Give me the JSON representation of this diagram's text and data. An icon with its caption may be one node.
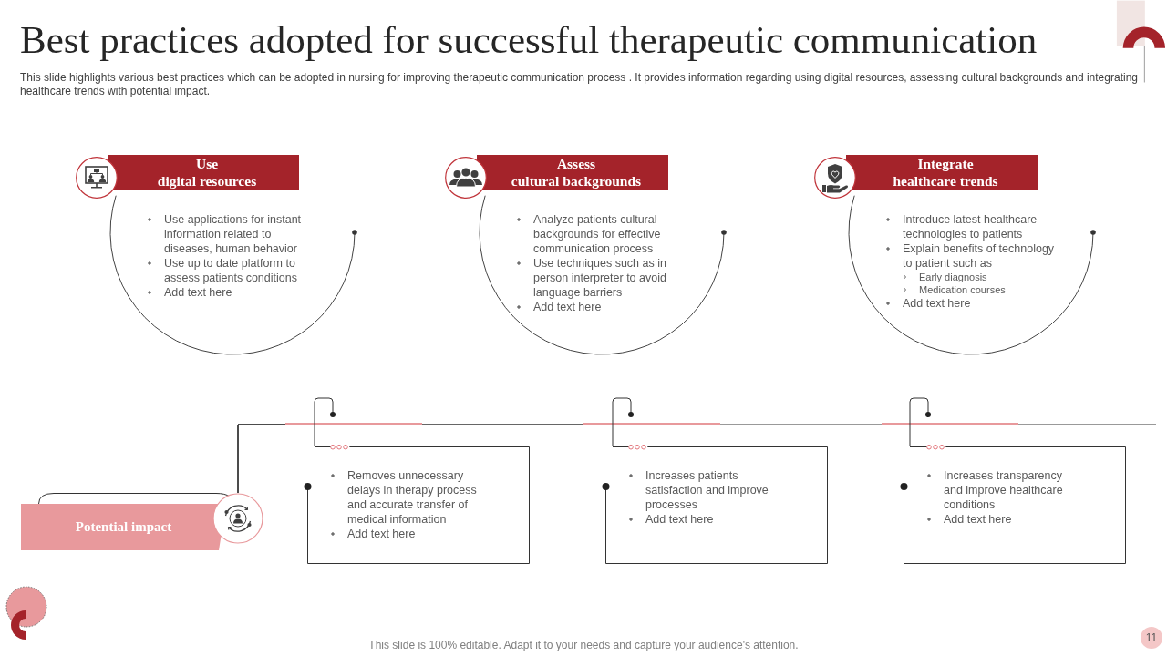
{
  "diagram": {
    "title": "Best practices adopted for successful therapeutic communication",
    "nodes": [
      {
        "text": [
          "Use digital resources",
          "Use applications for instant information related to diseases, human behavior",
          "Use up to date platform to assess patients conditions",
          "Add text here"
        ]
      },
      {
        "text": [
          "Assess cultural backgrounds",
          "Analyze patients cultural backgrounds for effective communication process",
          "Use techniques such as in person interpreter to avoid language barriers",
          "Add text here"
        ]
      },
      {
        "text": [
          "Integrate healthcare trends",
          "Introduce latest healthcare technologies to patients",
          "Explain benefits of technology to patient such as",
          "Early diagnosis",
          "Medication courses",
          "Add text here"
        ]
      },
      {
        "text": [
          "Potential impact"
        ]
      },
      {
        "text": [
          "Removes unnecessary delays in therapy process and accurate transfer of medical information",
          "Add text here"
        ]
      },
      {
        "text": [
          "Increases patients satisfaction and improve processes",
          "Add text here"
        ]
      },
      {
        "text": [
          "Increases transparency and improve healthcare conditions",
          "Add text here"
        ]
      }
    ],
    "edges": [
      {
        "from": 3,
        "to": 4,
        "arrow": "none"
      },
      {
        "from": 3,
        "to": 5,
        "arrow": "none"
      },
      {
        "from": 3,
        "to": 6,
        "arrow": "none"
      }
    ],
    "labels": [
      "This slide highlights various best practices which can be adopted in nursing for improving therapeutic communication process . It provides information regarding using digital resources, assessing cultural backgrounds and integrating healthcare trends with potential impact.",
      "This slide is 100% editable. Adapt it to your needs and capture your audience's attention.",
      "11"
    ]
  }
}
